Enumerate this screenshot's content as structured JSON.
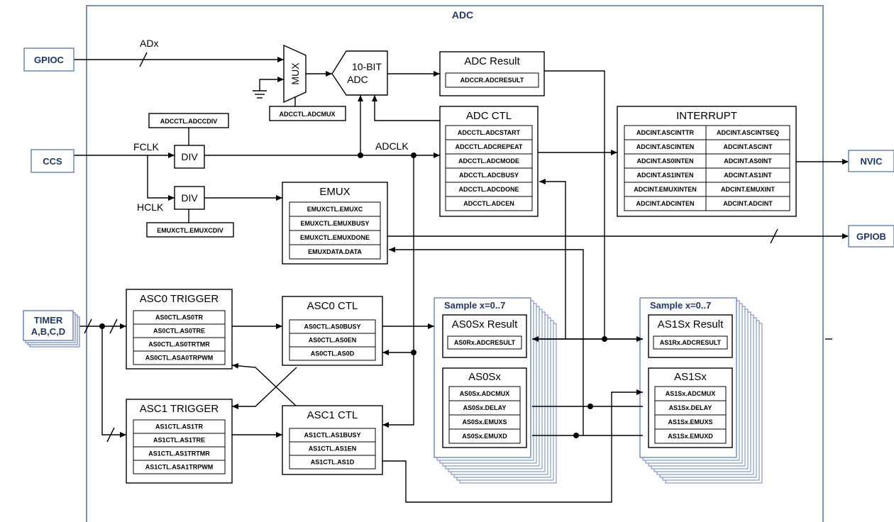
{
  "diagram": {
    "title": "ADC",
    "external": {
      "gpioc": "GPIOC",
      "ccs": "CCS",
      "nvic": "NVIC",
      "gpiob": "GPIOB",
      "timer_line1": "TIMER",
      "timer_line2": "A,B,C,D"
    },
    "signals": {
      "adx": "ADx",
      "fclk": "FCLK",
      "hclk": "HCLK",
      "adclk": "ADCLK"
    },
    "mux": {
      "label": "MUX",
      "reg": "ADCCTL.ADCMUX"
    },
    "adc": {
      "line1": "10-BIT",
      "line2": "ADC"
    },
    "div_top": {
      "label": "DIV",
      "reg": "ADCCTL.ADCCDIV"
    },
    "div_bottom": {
      "label": "DIV",
      "reg": "EMUXCTL.EMUXCDIV"
    },
    "adc_result": {
      "title": "ADC Result",
      "regs": [
        "ADCCR.ADCRESULT"
      ]
    },
    "adc_ctl": {
      "title": "ADC CTL",
      "regs": [
        "ADCCTL.ADCSTART",
        "ADCCTL.ADCREPEAT",
        "ADCCTL.ADCMODE",
        "ADCCTL.ADCBUSY",
        "ADCCTL.ADCDONE",
        "ADCCTL.ADCEN"
      ]
    },
    "interrupt": {
      "title": "INTERRUPT",
      "left": [
        "ADCINT.ASCINTTR",
        "ADCINT.ASCINTEN",
        "ADCINT.AS0INTEN",
        "ADCINT.AS1INTEN",
        "ADCINT.EMUXINTEN",
        "ADCINT.ADCINTEN"
      ],
      "right": [
        "ADCINT.ASCINTSEQ",
        "ADCINT.ASCINT",
        "ADCINT.AS0INT",
        "ADCINT.AS1INT",
        "ADCINT.EMUXINT",
        "ADCINT.ADCINT"
      ]
    },
    "emux": {
      "title": "EMUX",
      "regs": [
        "EMUXCTL.EMUXC",
        "EMUXCTL.EMUXBUSY",
        "EMUXCTL.EMUXDONE",
        "EMUXDATA.DATA"
      ]
    },
    "asc0_trigger": {
      "title": "ASC0 TRIGGER",
      "regs": [
        "AS0CTL.AS0TR",
        "AS0CTL.AS0TRE",
        "AS0CTL.AS0TRTMR",
        "AS0CTL.ASA0TRPWM"
      ]
    },
    "asc1_trigger": {
      "title": "ASC1 TRIGGER",
      "regs": [
        "AS1CTL.AS1TR",
        "AS1CTL.AS1TRE",
        "AS1CTL.AS1TRTMR",
        "AS1CTL.ASA1TRPWM"
      ]
    },
    "asc0_ctl": {
      "title": "ASC0 CTL",
      "regs": [
        "AS0CTL.AS0BUSY",
        "AS0CTL.AS0EN",
        "AS0CTL.AS0D"
      ]
    },
    "asc1_ctl": {
      "title": "ASC1 CTL",
      "regs": [
        "AS1CTL.AS1BUSY",
        "AS1CTL.AS1EN",
        "AS1CTL.AS1D"
      ]
    },
    "sample0": {
      "header": "Sample x=0..7",
      "result_title": "AS0Sx Result",
      "result_reg": "AS0Rx.ADCRESULT",
      "sx_title": "AS0Sx",
      "sx_regs": [
        "AS0Sx.ADCMUX",
        "AS0Sx.DELAY",
        "AS0Sx.EMUXS",
        "AS0Sx.EMUXD"
      ]
    },
    "sample1": {
      "header": "Sample x=0..7",
      "result_title": "AS1Sx Result",
      "result_reg": "AS1Rx.ADCRESULT",
      "sx_title": "AS1Sx",
      "sx_regs": [
        "AS1Sx.ADCMUX",
        "AS1Sx.DELAY",
        "AS1Sx.EMUXS",
        "AS1Sx.EMUXD"
      ]
    },
    "colors": {
      "frame": "#7f8fa6",
      "ext_text": "#1f3864",
      "ext_border": "#6f86b4"
    }
  }
}
